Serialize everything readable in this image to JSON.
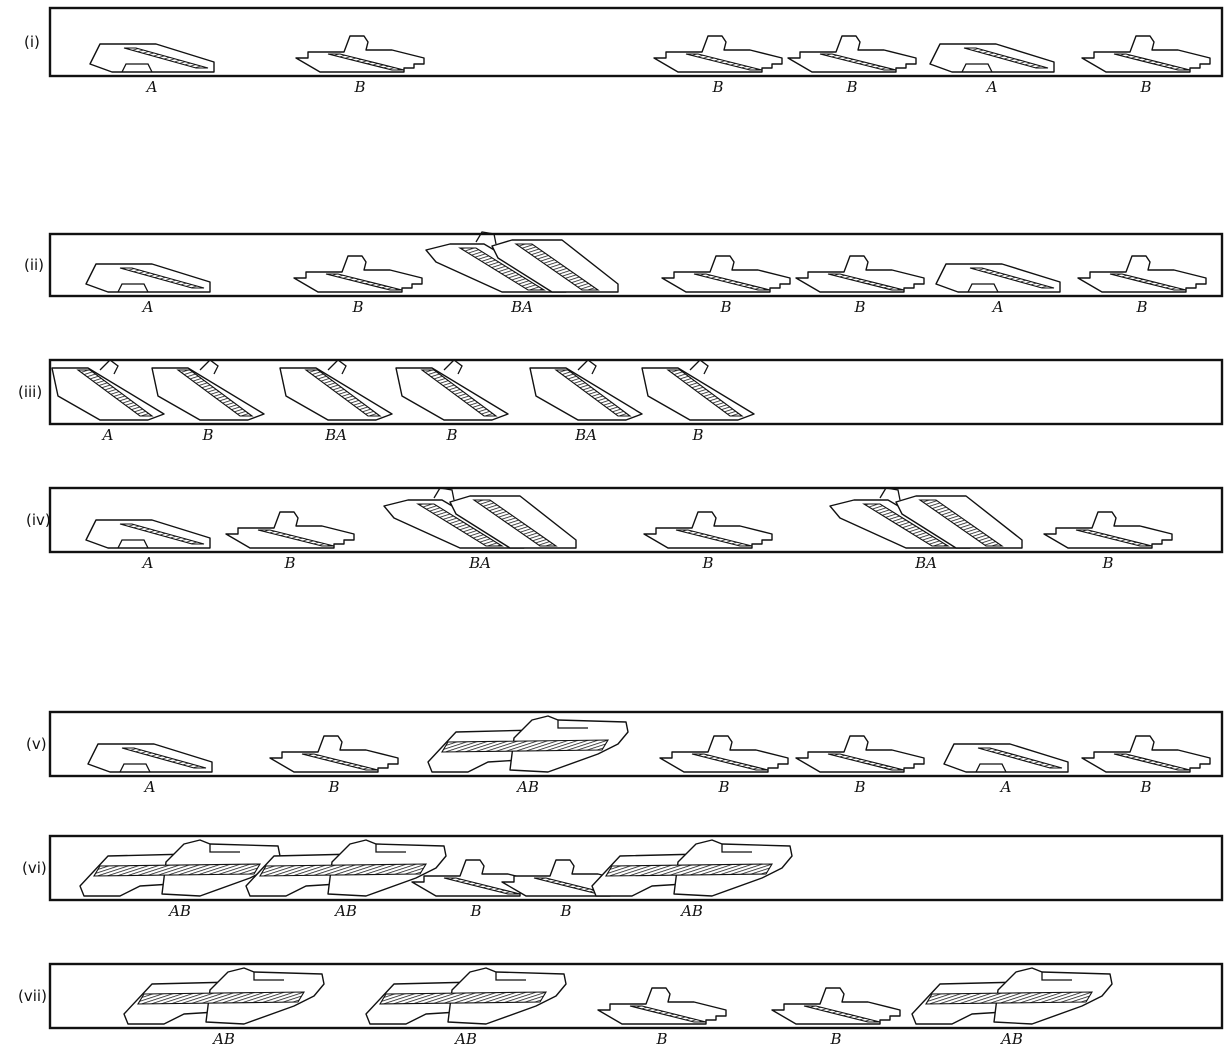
{
  "rows": [
    {
      "label": "(i)",
      "pieces": [
        {
          "label": "A",
          "kind": "A"
        },
        {
          "label": "B",
          "kind": "B"
        },
        {
          "label": "B",
          "kind": "B"
        },
        {
          "label": "B",
          "kind": "B"
        },
        {
          "label": "A",
          "kind": "A"
        },
        {
          "label": "B",
          "kind": "B"
        }
      ]
    },
    {
      "label": "(ii)",
      "pieces": [
        {
          "label": "A",
          "kind": "A"
        },
        {
          "label": "B",
          "kind": "B"
        },
        {
          "label": "BA",
          "kind": "BA"
        },
        {
          "label": "B",
          "kind": "B"
        },
        {
          "label": "B",
          "kind": "B"
        },
        {
          "label": "A",
          "kind": "A"
        },
        {
          "label": "B",
          "kind": "B"
        }
      ]
    },
    {
      "label": "(iii)",
      "pieces": [
        {
          "label": "A",
          "kind": "T"
        },
        {
          "label": "B",
          "kind": "T"
        },
        {
          "label": "BA",
          "kind": "T"
        },
        {
          "label": "B",
          "kind": "T"
        },
        {
          "label": "BA",
          "kind": "T"
        },
        {
          "label": "B",
          "kind": "T"
        }
      ]
    },
    {
      "label": "(iv)",
      "pieces": [
        {
          "label": "A",
          "kind": "A"
        },
        {
          "label": "B",
          "kind": "B"
        },
        {
          "label": "BA",
          "kind": "BA"
        },
        {
          "label": "B",
          "kind": "B"
        },
        {
          "label": "BA",
          "kind": "BA"
        },
        {
          "label": "B",
          "kind": "B"
        }
      ]
    },
    {
      "label": "(v)",
      "pieces": [
        {
          "label": "A",
          "kind": "A"
        },
        {
          "label": "B",
          "kind": "B"
        },
        {
          "label": "AB",
          "kind": "AB"
        },
        {
          "label": "B",
          "kind": "B"
        },
        {
          "label": "B",
          "kind": "B"
        },
        {
          "label": "A",
          "kind": "A"
        },
        {
          "label": "B",
          "kind": "B"
        }
      ]
    },
    {
      "label": "(vi)",
      "pieces": [
        {
          "label": "AB",
          "kind": "AB"
        },
        {
          "label": "AB",
          "kind": "AB"
        },
        {
          "label": "B",
          "kind": "B"
        },
        {
          "label": "B",
          "kind": "B"
        },
        {
          "label": "AB",
          "kind": "AB"
        }
      ]
    },
    {
      "label": "(vii)",
      "pieces": [
        {
          "label": "AB",
          "kind": "AB"
        },
        {
          "label": "AB",
          "kind": "AB"
        },
        {
          "label": "B",
          "kind": "B"
        },
        {
          "label": "B",
          "kind": "B"
        },
        {
          "label": "AB",
          "kind": "AB"
        }
      ]
    }
  ]
}
